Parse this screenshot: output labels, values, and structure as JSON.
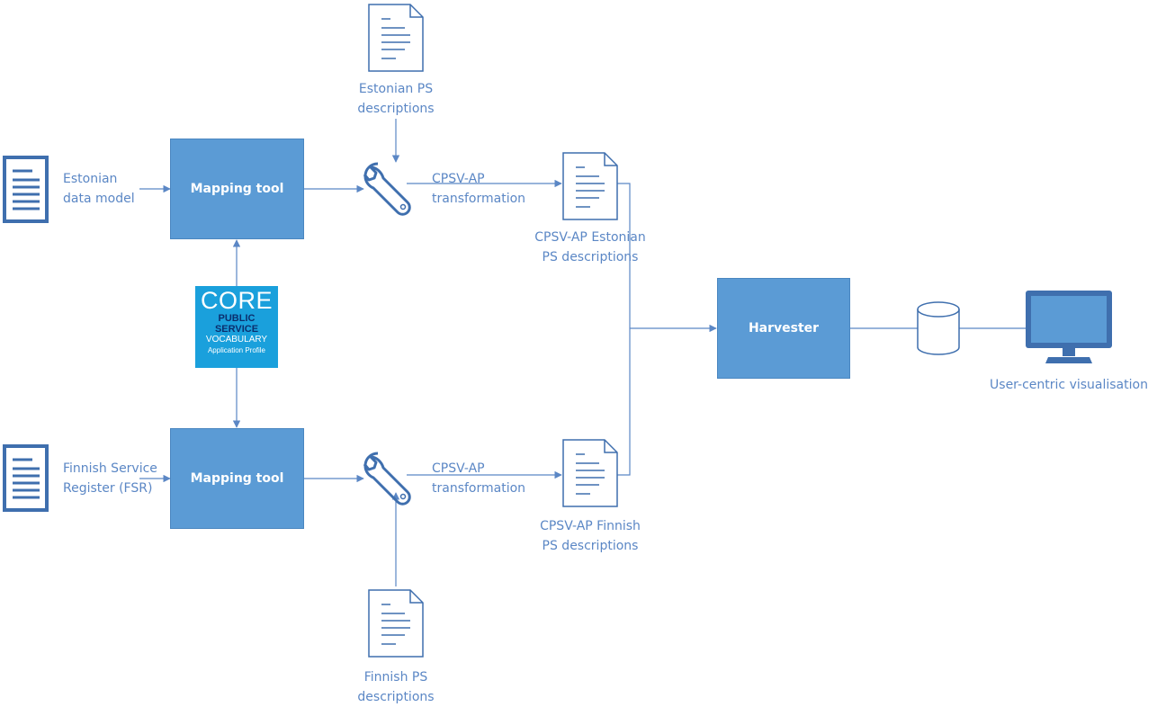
{
  "colors": {
    "accent": "#5b9bd5",
    "line": "#5b87c5",
    "icon": "#3f6fae",
    "logo_bg": "#1aa0dc",
    "logo_dark": "#0b2f6e"
  },
  "nodes": {
    "estonian_data_model": {
      "label_l1": "Estonian",
      "label_l2": "data model",
      "icon": "document-icon"
    },
    "finnish_service_register": {
      "label_l1": "Finnish Service",
      "label_l2": "Register (FSR)",
      "icon": "document-icon"
    },
    "mapping_tool_top": {
      "label": "Mapping tool"
    },
    "mapping_tool_bottom": {
      "label": "Mapping tool"
    },
    "core_logo": {
      "line1": "CORE",
      "line2": "PUBLIC",
      "line3": "SERVICE",
      "line4": "VOCABULARY",
      "line5": "Application Profile"
    },
    "estonian_ps": {
      "label_l1": "Estonian PS",
      "label_l2": "descriptions",
      "icon": "document-icon"
    },
    "finnish_ps": {
      "label_l1": "Finnish PS",
      "label_l2": "descriptions",
      "icon": "document-icon"
    },
    "transform_top": {
      "label_l1": "CPSV-AP",
      "label_l2": "transformation",
      "icon": "wrench-icon"
    },
    "transform_bottom": {
      "label_l1": "CPSV-AP",
      "label_l2": "transformation",
      "icon": "wrench-icon"
    },
    "cpsv_estonian": {
      "label_l1": "CPSV-AP Estonian",
      "label_l2": "PS descriptions",
      "icon": "document-icon"
    },
    "cpsv_finnish": {
      "label_l1": "CPSV-AP Finnish",
      "label_l2": "PS descriptions",
      "icon": "document-icon"
    },
    "harvester": {
      "label": "Harvester"
    },
    "database": {
      "icon": "database-icon"
    },
    "visualisation": {
      "label": "User-centric visualisation",
      "icon": "monitor-icon"
    }
  }
}
